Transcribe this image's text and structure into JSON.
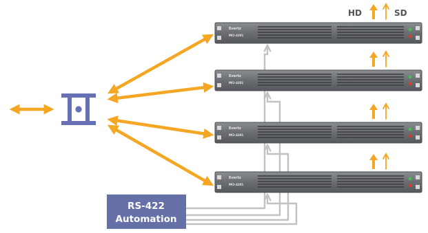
{
  "labels": {
    "hd": "HD",
    "sd": "SD"
  },
  "automation_box": {
    "line1": "RS-422",
    "line2": "Automation"
  },
  "racks": [
    {
      "brand": "Evertz",
      "model": "MCI-4201"
    },
    {
      "brand": "Evertz",
      "model": "MCI-4201"
    },
    {
      "brand": "Evertz",
      "model": "MCI-4201"
    },
    {
      "brand": "Evertz",
      "model": "MCI-4201"
    }
  ],
  "colors": {
    "orange": "#f5a623",
    "router_blue": "#6670b2",
    "automation_blue": "#6670a8",
    "gray_line": "#c2c2c2",
    "rack_body": "#6a6d72",
    "rack_vent": "#3a3c40",
    "led_green": "#3fc24a",
    "led_red": "#e03a2e"
  },
  "icons": {
    "router": "router-icon",
    "bidirectional_arrow": "bidirectional-arrow-icon",
    "up_arrow_solid": "up-arrow-solid-icon",
    "up_arrow_outline": "up-arrow-outline-icon"
  }
}
